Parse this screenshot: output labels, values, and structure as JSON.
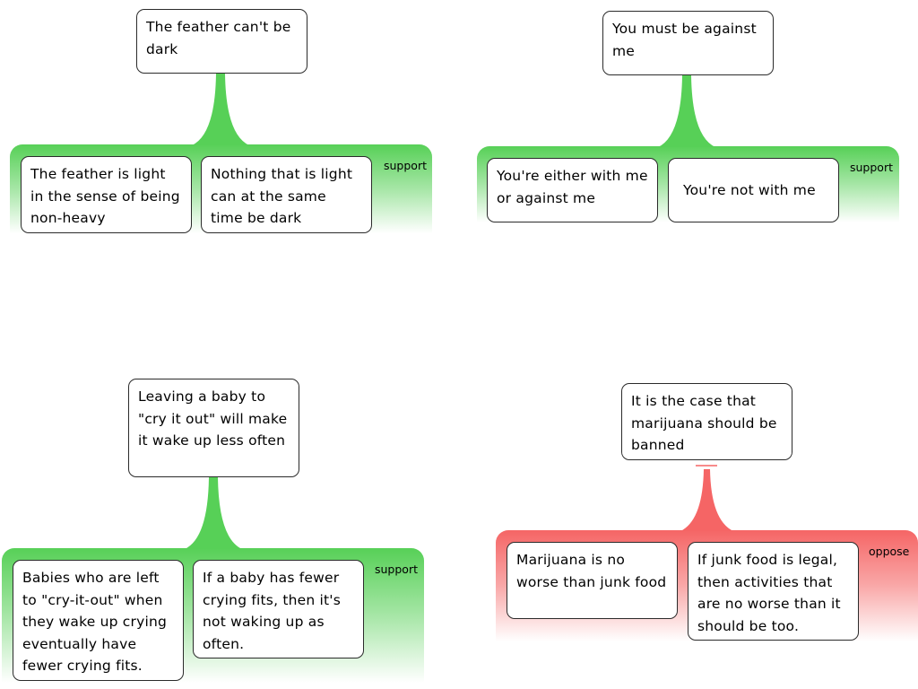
{
  "maps": [
    {
      "claim": "The feather can't be dark",
      "relation": "support",
      "premises": [
        "The feather is light in the sense of being non-heavy",
        "Nothing that is light can at the same time be dark"
      ]
    },
    {
      "claim": "You must be against me",
      "relation": "support",
      "premises": [
        "You're either with me or against me",
        "You're not with me"
      ]
    },
    {
      "claim": "Leaving a baby to \"cry it out\" will make it wake up less often",
      "relation": "support",
      "premises": [
        "Babies who are left to \"cry-it-out\" when they wake up crying eventually have fewer crying fits.",
        "If a baby has fewer crying fits, then it's not waking up as often."
      ]
    },
    {
      "claim": "It is the case that marijuana should be banned",
      "relation": "oppose",
      "premises": [
        "Marijuana is no worse than junk food",
        "If junk food is legal, then activities that are no worse than it should be too."
      ]
    }
  ],
  "colors": {
    "support": "#57d057",
    "oppose": "#f56565"
  }
}
